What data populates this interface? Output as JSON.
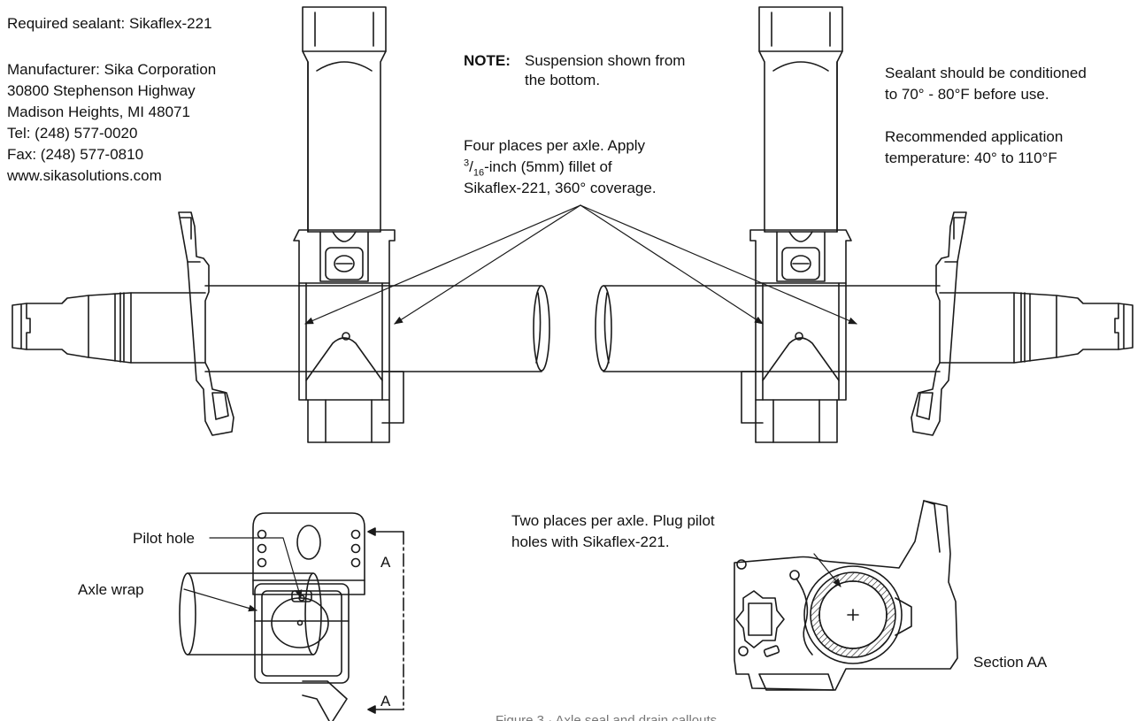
{
  "sealant_info": {
    "required": "Required sealant: Sikaflex-221",
    "manufacturer": "Manufacturer: Sika Corporation",
    "address1": "30800 Stephenson Highway",
    "address2": "Madison Heights, MI 48071",
    "tel": "Tel: (248) 577-0020",
    "fax": "Fax: (248) 577-0810",
    "web": "www.sikasolutions.com"
  },
  "note": {
    "label": "NOTE:",
    "line1": "Suspension shown from",
    "line2": "the bottom."
  },
  "conditioning": {
    "line1": "Sealant should be conditioned",
    "line2": "to 70° - 80°F before use.",
    "line3": "Recommended application",
    "line4": "temperature: 40° to 110°F"
  },
  "fillet_callout": {
    "line1": "Four places per axle. Apply",
    "frac_num": "3",
    "frac_sep": "/",
    "frac_den": "16",
    "line2_rest": "-inch (5mm) fillet of",
    "line3": "Sikaflex-221, 360° coverage."
  },
  "labels": {
    "pilot_hole": "Pilot hole",
    "axle_wrap": "Axle wrap",
    "section_top": "A",
    "section_bottom": "A",
    "section_view": "Section AA"
  },
  "plug_callout": {
    "line1": "Two places per axle. Plug pilot",
    "line2": "holes with Sikaflex-221."
  },
  "footer": {
    "caption_cut": "Figure 3 · Axle seal and drain callouts"
  },
  "colors": {
    "line": "#1a1a1a",
    "text": "#111111"
  }
}
